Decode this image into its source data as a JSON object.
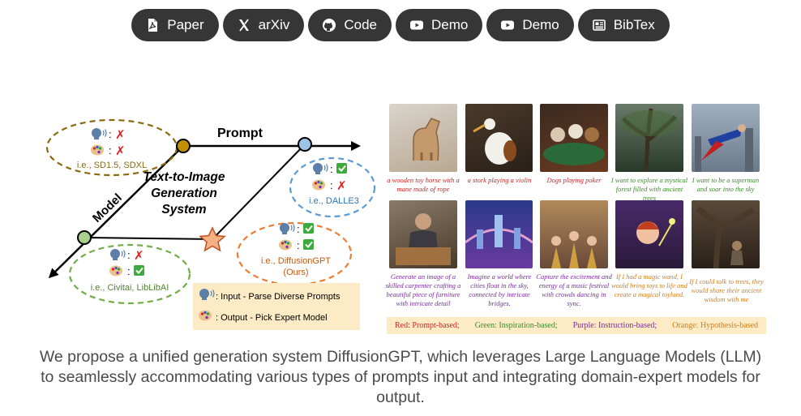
{
  "links": [
    {
      "label": "Paper",
      "icon": "pdf-icon"
    },
    {
      "label": "arXiv",
      "icon": "x-icon"
    },
    {
      "label": "Code",
      "icon": "github-icon"
    },
    {
      "label": "Demo",
      "icon": "youtube-icon"
    },
    {
      "label": "Demo",
      "icon": "youtube-icon"
    },
    {
      "label": "BibTex",
      "icon": "newspaper-icon"
    }
  ],
  "diagram": {
    "prompt_axis": "Prompt",
    "model_axis": "Model",
    "center_title_1": "Text-to-Image",
    "center_title_2": "Generation",
    "center_title_3": "System",
    "colon": ":",
    "sd_example": "i.e., SD1.5, SDXL",
    "dalle_example": "i.e., DALLE3",
    "civitai_example": "i.e., Civitai, LibLibAI",
    "diffgpt_example": "i.e., DiffusionGPT",
    "diffgpt_ours": "(Ours)",
    "legend_input": ": Input - Parse Diverse Prompts",
    "legend_output": ": Output - Pick Expert Model"
  },
  "samples": [
    {
      "caption": "a wooden toy horse with a mane made of rope",
      "category": "red"
    },
    {
      "caption": "a stork playing a violin",
      "category": "red"
    },
    {
      "caption": "Dogs playing poker",
      "category": "red"
    },
    {
      "caption": "I want to explore a mystical forest filled with ancient trees",
      "category": "green"
    },
    {
      "caption": "I want to be a superman and soar into the sky",
      "category": "green"
    },
    {
      "caption": "Generate an image of a skilled carpenter crafting a beautiful piece of furniture with intricate detail",
      "category": "purple"
    },
    {
      "caption": "Imagine a world where cities float in the sky, connected by intricate bridges.",
      "category": "purple"
    },
    {
      "caption": "Capture the excitement and energy of a music festival with crowds dancing in sync.",
      "category": "purple"
    },
    {
      "caption": "If I had a magic wand, I would bring toys to life and create a magical toyland.",
      "category": "orange"
    },
    {
      "caption": "If I could talk to trees, they would share their ancient wisdom with me",
      "category": "orange"
    }
  ],
  "legend_bar": {
    "red": "Red: Prompt-based;",
    "green": "Green: Inspiration-based;",
    "purple": "Purple: Instruction-based;",
    "orange": "Orange: Hypothesis-based"
  },
  "colors": {
    "button_bg": "#363636",
    "red": "#d02020",
    "green": "#3b8a2a",
    "purple": "#7a2aa0",
    "orange": "#d47c1a"
  },
  "caption": "We propose a unified generation system DiffusionGPT, which leverages Large Language Models (LLM) to seamlessly accommodating various types of prompts input and integrating domain-expert models for output."
}
